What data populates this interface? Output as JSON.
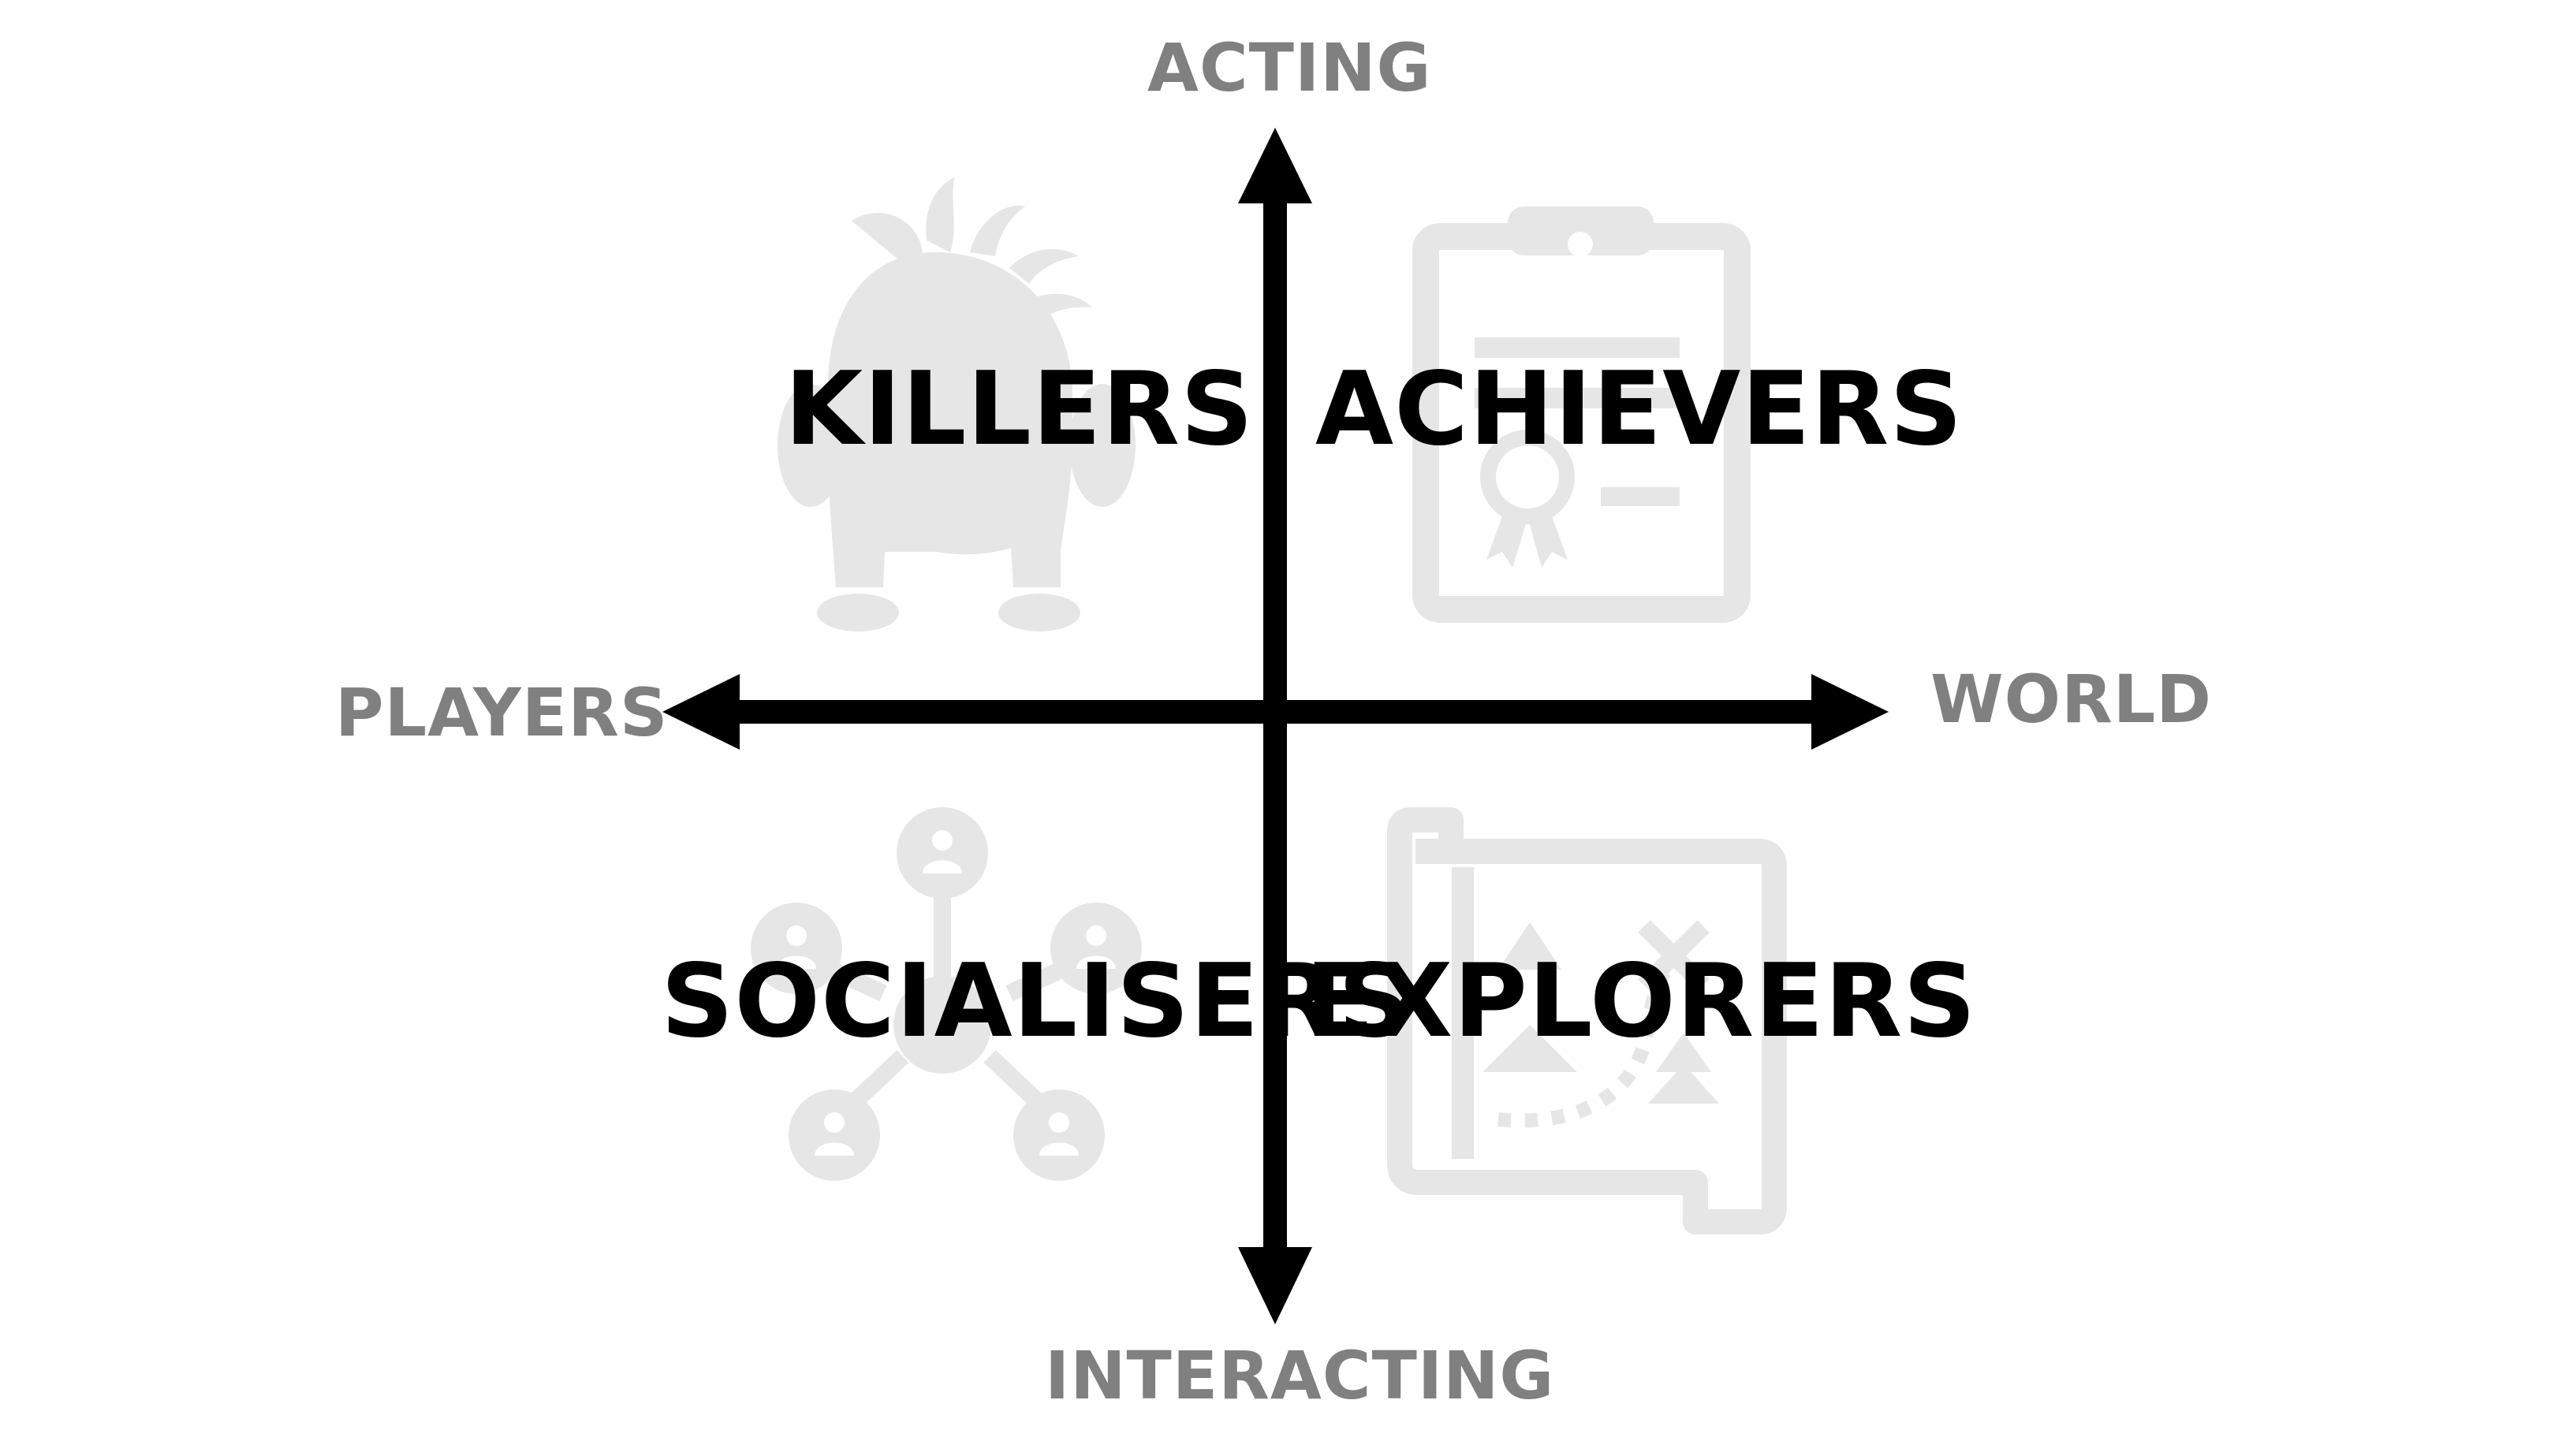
{
  "axes": {
    "top": "ACTING",
    "bottom": "INTERACTING",
    "left": "PLAYERS",
    "right": "WORLD"
  },
  "quadrants": {
    "top_left": {
      "label": "KILLERS",
      "icon": "monster-icon"
    },
    "top_right": {
      "label": "ACHIEVERS",
      "icon": "clipboard-certificate-icon"
    },
    "bottom_left": {
      "label": "SOCIALISERS",
      "icon": "people-network-icon"
    },
    "bottom_right": {
      "label": "EXPLORERS",
      "icon": "treasure-map-icon"
    }
  },
  "colors": {
    "axis_line": "#000000",
    "axis_label": "#808080",
    "quadrant_label": "#000000",
    "icon": "#e6e6e6"
  }
}
